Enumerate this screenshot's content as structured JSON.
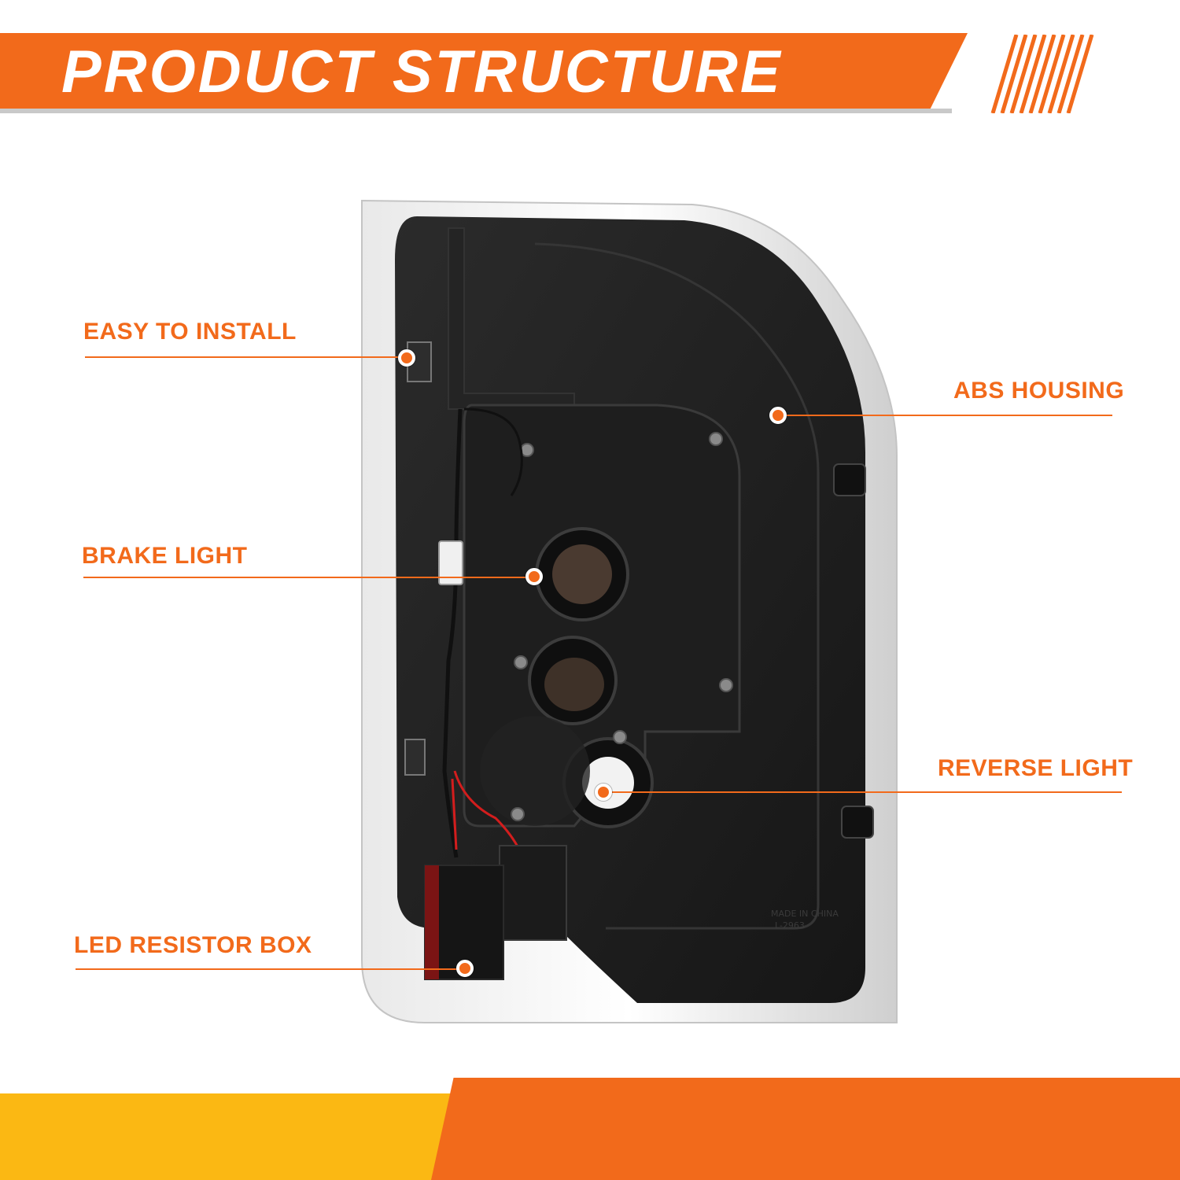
{
  "header": {
    "title": "PRODUCT STRUCTURE"
  },
  "callouts": {
    "easy_install": "EASY TO INSTALL",
    "abs_housing": "ABS HOUSING",
    "brake_light": "BRAKE LIGHT",
    "reverse_light": "REVERSE LIGHT",
    "led_resistor": "LED RESISTOR BOX"
  },
  "colors": {
    "accent": "#f26a1b",
    "footer_yellow": "#fbb813",
    "housing_dark": "#1c1c1c"
  }
}
